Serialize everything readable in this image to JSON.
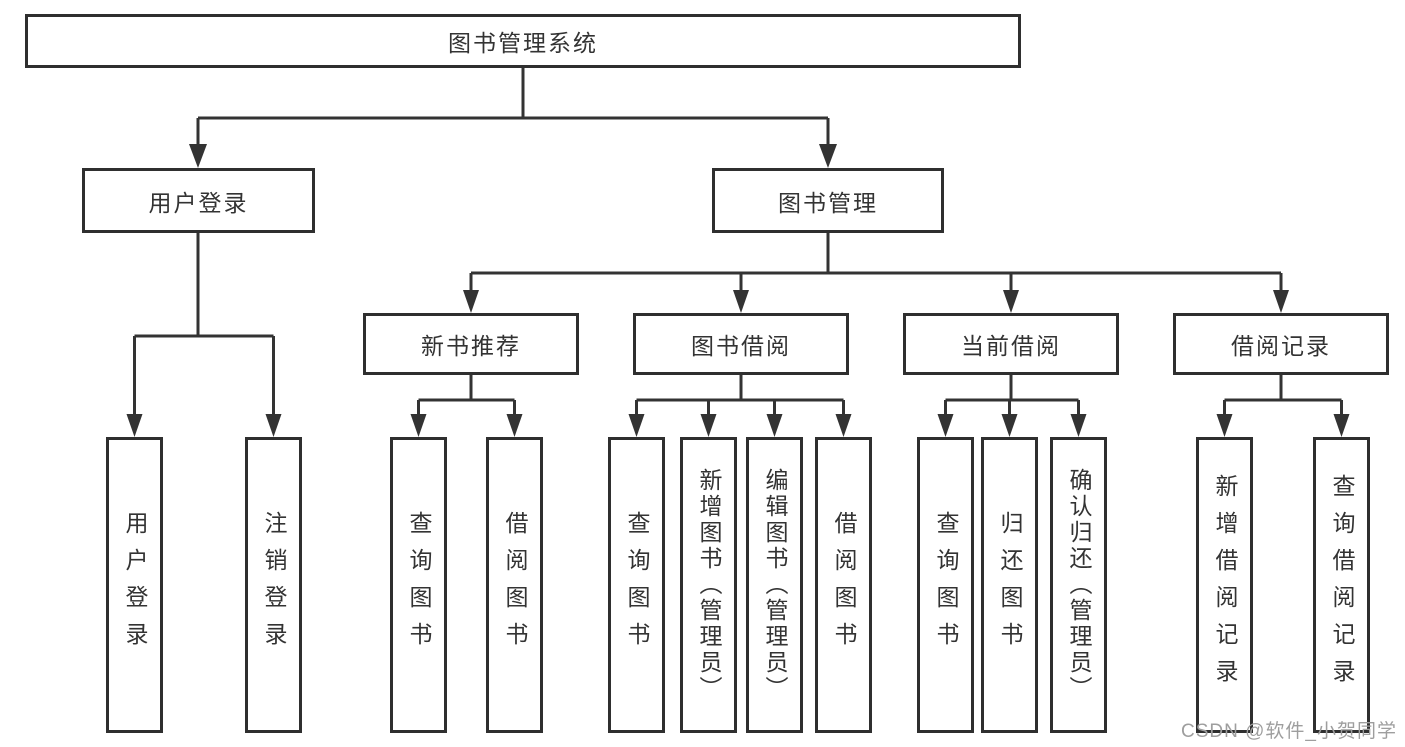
{
  "nodes": {
    "root": {
      "label": "图书管理系统"
    },
    "level2": [
      {
        "label": "用户登录"
      },
      {
        "label": "图书管理"
      }
    ],
    "level3": [
      {
        "label": "新书推荐",
        "parent": "图书管理"
      },
      {
        "label": "图书借阅",
        "parent": "图书管理"
      },
      {
        "label": "当前借阅",
        "parent": "图书管理"
      },
      {
        "label": "借阅记录",
        "parent": "图书管理"
      }
    ],
    "leaves": [
      {
        "label": "用户登录",
        "parent": "用户登录"
      },
      {
        "label": "注销登录",
        "parent": "用户登录"
      },
      {
        "label": "查询图书",
        "parent": "新书推荐"
      },
      {
        "label": "借阅图书",
        "parent": "新书推荐"
      },
      {
        "label": "查询图书",
        "parent": "图书借阅"
      },
      {
        "label": "新增图书（管理员）",
        "parent": "图书借阅"
      },
      {
        "label": "编辑图书（管理员）",
        "parent": "图书借阅"
      },
      {
        "label": "借阅图书",
        "parent": "图书借阅"
      },
      {
        "label": "查询图书",
        "parent": "当前借阅"
      },
      {
        "label": "归还图书",
        "parent": "当前借阅"
      },
      {
        "label": "确认归还（管理员）",
        "parent": "当前借阅"
      },
      {
        "label": "新增借阅记录",
        "parent": "借阅记录"
      },
      {
        "label": "查询借阅记录",
        "parent": "借阅记录"
      }
    ]
  },
  "watermark": {
    "text": "CSDN @软件_小贺同学"
  },
  "colors": {
    "line": "#333333",
    "border": "#2f2f2f",
    "text": "#333333",
    "background": "#ffffff",
    "watermark": "#9e9e9e"
  }
}
